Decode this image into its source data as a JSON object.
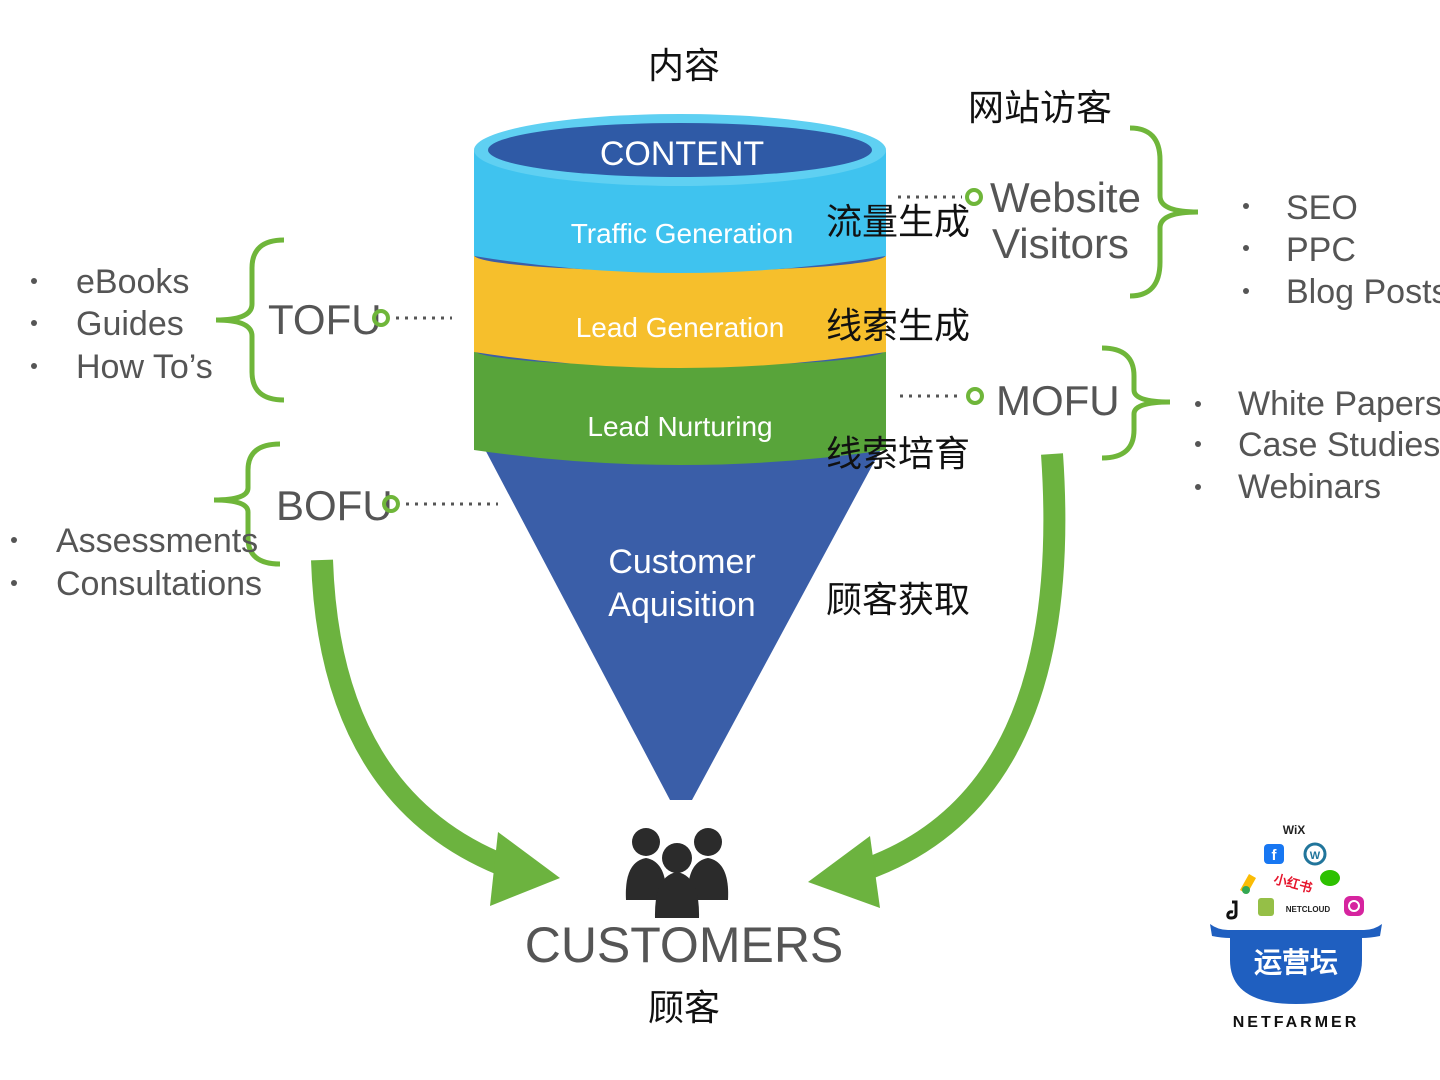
{
  "funnel": {
    "layers": [
      {
        "id": "content",
        "label": "CONTENT",
        "color": "#2f5aa6",
        "cn_label": "内容"
      },
      {
        "id": "traffic",
        "label": "Traffic Generation",
        "color": "#3fc3ef",
        "cn_label": "流量生成"
      },
      {
        "id": "lead_gen",
        "label": "Lead Generation",
        "color": "#f6bf2c",
        "cn_label": "线索生成"
      },
      {
        "id": "lead_nurture",
        "label": "Lead Nurturing",
        "color": "#58a43a",
        "cn_label": "线索培育"
      },
      {
        "id": "acquisition",
        "label_line1": "Customer",
        "label_line2": "Aquisition",
        "color": "#3a5ea8",
        "cn_label": "顾客获取"
      }
    ]
  },
  "stages": {
    "website_visitors": {
      "cn_label": "网站访客",
      "label_line1": "Website",
      "label_line2": "Visitors",
      "items": [
        "SEO",
        "PPC",
        "Blog Posts"
      ]
    },
    "tofu": {
      "label": "TOFU",
      "items": [
        "eBooks",
        "Guides",
        "How To’s"
      ]
    },
    "mofu": {
      "label": "MOFU",
      "items": [
        "White Papers",
        "Case Studies",
        "Webinars"
      ]
    },
    "bofu": {
      "label": "BOFU",
      "items": [
        "Assessments",
        "Consultations"
      ]
    }
  },
  "customers": {
    "label": "CUSTOMERS",
    "cn_label": "顾客"
  },
  "logo": {
    "brand_cn": "运营坛",
    "brand_en": "NETFARMER",
    "badges": [
      "WiX",
      "小红书",
      "NETCLOUD"
    ]
  },
  "colors": {
    "bracket_green": "#6fb63a",
    "arrow_green": "#6cb33f",
    "gray_text": "#555555"
  }
}
